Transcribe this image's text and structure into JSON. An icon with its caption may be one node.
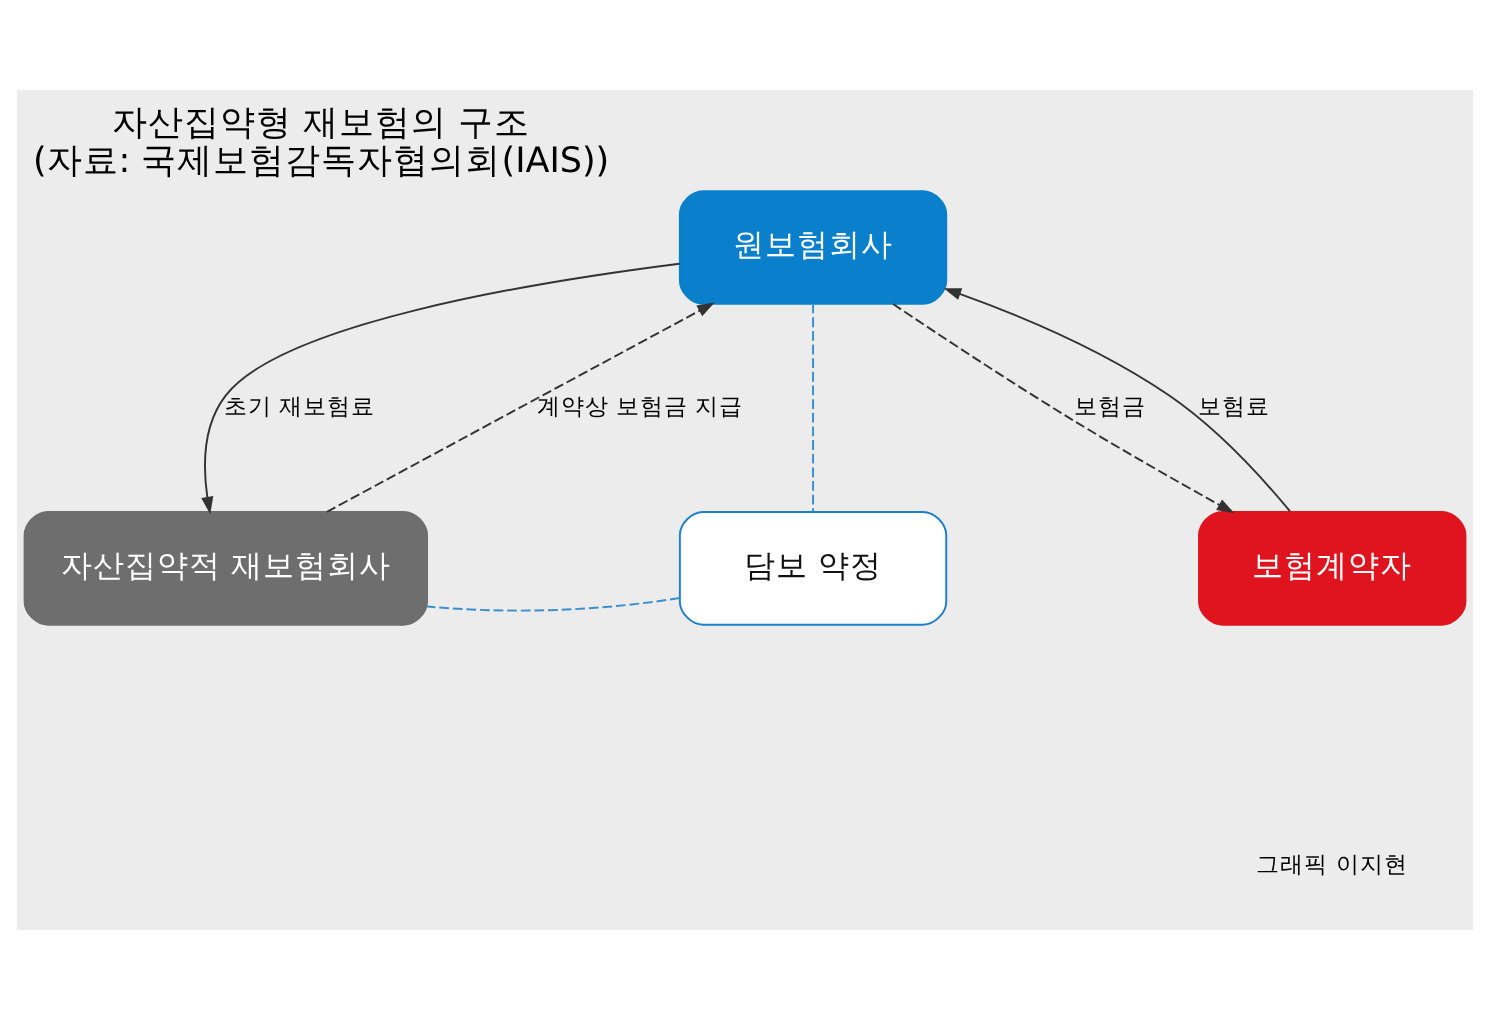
{
  "diagram": {
    "title": "자산집약형 재보험의 구조",
    "caption": "(자료: 국제보험감독자협의회(IAIS))",
    "nodes": [
      {
        "text": [
          "원보험회사"
        ]
      },
      {
        "text": [
          "자산집약적 재보험회사"
        ]
      },
      {
        "text": [
          "담보 약정"
        ]
      },
      {
        "text": [
          "보험계약자"
        ]
      }
    ],
    "edges": [
      {
        "from": 0,
        "to": 1,
        "arrow": "to",
        "label": "초기 재보험료"
      },
      {
        "from": 1,
        "to": 0,
        "arrow": "to",
        "label": "계약상 보험금 지급",
        "style": "dashed"
      },
      {
        "from": 0,
        "to": 3,
        "arrow": "to",
        "label": "보험금",
        "style": "dashed"
      },
      {
        "from": 3,
        "to": 0,
        "arrow": "to",
        "label": "보험료"
      },
      {
        "from": 0,
        "to": 2,
        "arrow": "none",
        "style": "dashed",
        "color": "#3a8fd0"
      },
      {
        "from": 2,
        "to": 1,
        "arrow": "none",
        "style": "dashed",
        "color": "#3a8fd0"
      }
    ],
    "labels": [
      "그래픽 이지현"
    ]
  }
}
